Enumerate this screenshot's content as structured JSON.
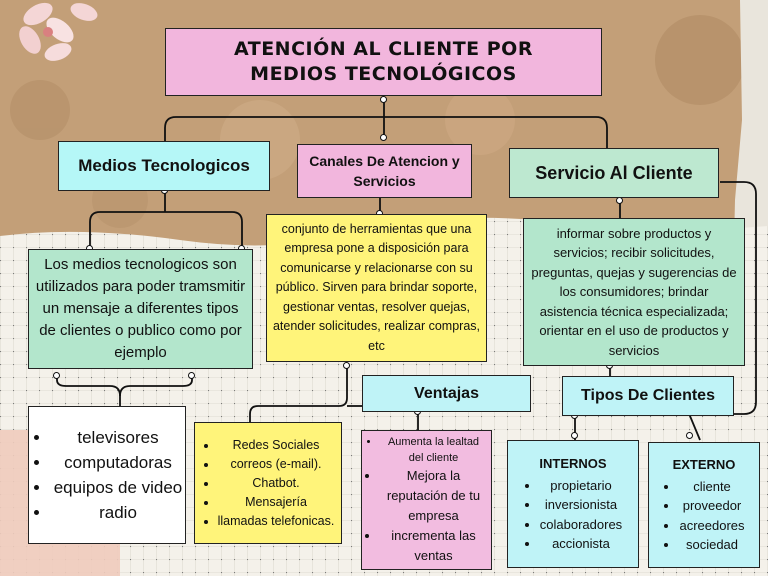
{
  "title": {
    "line1": "ATENCIÓN AL CLIENTE POR",
    "line2": "MEDIOS TECNOLÓGICOS"
  },
  "medios": {
    "heading": "Medios Tecnologicos",
    "description": "Los medios tecnologicos son utilizados para poder tramsmitir un mensaje a diferentes tipos de clientes o publico como por ejemplo",
    "examples": [
      "televisores",
      "computadoras",
      "equipos de video",
      "radio"
    ]
  },
  "canales": {
    "heading": "Canales De Atencion y Servicios",
    "description": "conjunto de herramientas que una empresa pone a disposición para comunicarse y relacionarse con su público. Sirven para brindar soporte, gestionar ventas, resolver quejas, atender solicitudes, realizar compras, etc",
    "list": [
      "Redes Sociales",
      "correos (e-mail).",
      "Chatbot.",
      "Mensajería",
      "llamadas telefonicas."
    ],
    "ventajas_heading": "Ventajas",
    "ventajas": [
      "Aumenta la lealtad del cliente",
      "Mejora la reputación de tu empresa",
      "incrementa las ventas"
    ]
  },
  "servicio": {
    "heading": "Servicio Al Cliente",
    "description": "informar sobre productos y servicios; recibir solicitudes, preguntas, quejas y sugerencias de los consumidores; brindar asistencia técnica especializada; orientar en el uso de productos y servicios",
    "tipos_heading": "Tipos De Clientes",
    "internos": {
      "heading": "INTERNOS",
      "items": [
        "propietario",
        "inversionista",
        "colaboradores",
        "accionista"
      ]
    },
    "externos": {
      "heading": "EXTERNO",
      "items": [
        "cliente",
        "proveedor",
        "acreedores",
        "sociedad"
      ]
    }
  },
  "colors": {
    "pink": "#f2b6dd",
    "teal": "#b5f7f7",
    "mint": "#b3e6cc",
    "yellow": "#fff47a"
  }
}
